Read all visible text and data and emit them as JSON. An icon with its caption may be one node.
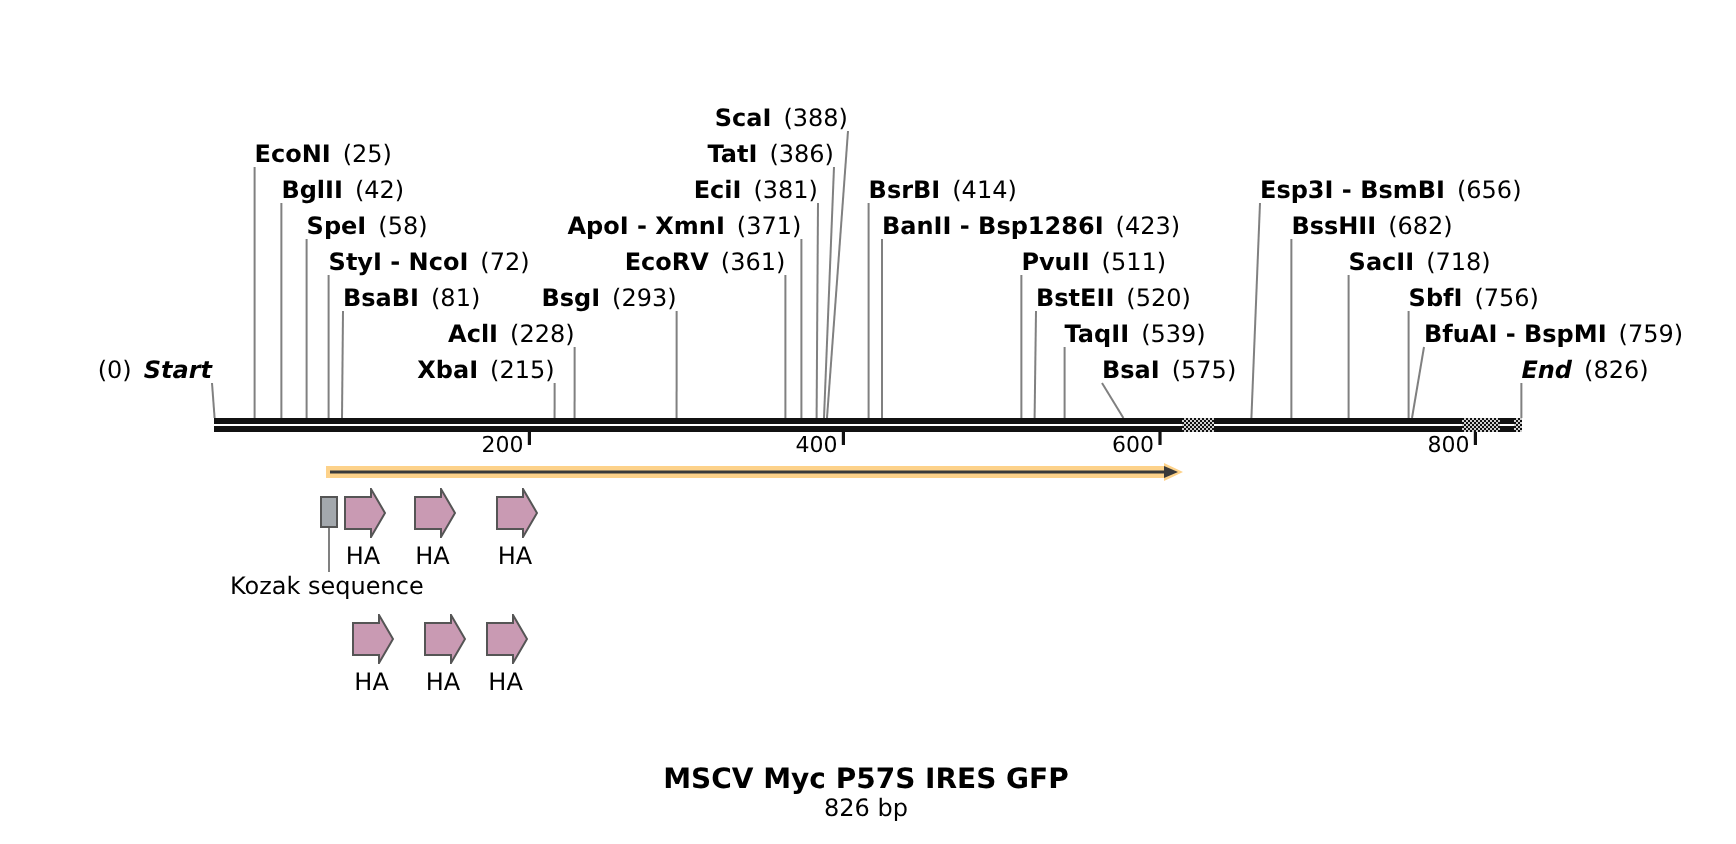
{
  "diagram": {
    "title": "MSCV Myc P57S IRES GFP",
    "caption": "826 bp",
    "nodes": [
      {
        "text": [
          "(0)",
          "Start"
        ]
      },
      {
        "text": [
          "EcoNI",
          "(25)"
        ]
      },
      {
        "text": [
          "BglII",
          "(42)"
        ]
      },
      {
        "text": [
          "SpeI",
          "(58)"
        ]
      },
      {
        "text": [
          "StyI - NcoI",
          "(72)"
        ]
      },
      {
        "text": [
          "BsaBI",
          "(81)"
        ]
      },
      {
        "text": [
          "XbaI",
          "(215)"
        ]
      },
      {
        "text": [
          "AclI",
          "(228)"
        ]
      },
      {
        "text": [
          "BsgI",
          "(293)"
        ]
      },
      {
        "text": [
          "EcoRV",
          "(361)"
        ]
      },
      {
        "text": [
          "ApoI - XmnI",
          "(371)"
        ]
      },
      {
        "text": [
          "EciI",
          "(381)"
        ]
      },
      {
        "text": [
          "TatI",
          "(386)"
        ]
      },
      {
        "text": [
          "ScaI",
          "(388)"
        ]
      },
      {
        "text": [
          "BsrBI",
          "(414)"
        ]
      },
      {
        "text": [
          "BanII - Bsp1286I",
          "(423)"
        ]
      },
      {
        "text": [
          "PvuII",
          "(511)"
        ]
      },
      {
        "text": [
          "BstEII",
          "(520)"
        ]
      },
      {
        "text": [
          "TaqII",
          "(539)"
        ]
      },
      {
        "text": [
          "BsaI",
          "(575)"
        ]
      },
      {
        "text": [
          "Esp3I - BsmBI",
          "(656)"
        ]
      },
      {
        "text": [
          "BssHII",
          "(682)"
        ]
      },
      {
        "text": [
          "SacII",
          "(718)"
        ]
      },
      {
        "text": [
          "SbfI",
          "(756)"
        ]
      },
      {
        "text": [
          "BfuAI - BspMI",
          "(759)"
        ]
      },
      {
        "text": [
          "End",
          "(826)"
        ]
      },
      {
        "text": [],
        "shape": "bar"
      },
      {
        "text": [],
        "shape": "arrow"
      },
      {
        "text": [],
        "shape": "box"
      },
      {
        "text": [
          "Kozak sequence"
        ]
      },
      {
        "text": [
          "HA"
        ]
      },
      {
        "text": [
          "HA"
        ]
      },
      {
        "text": [
          "HA"
        ]
      },
      {
        "text": [
          "HA"
        ]
      },
      {
        "text": [
          "HA"
        ]
      },
      {
        "text": [
          "HA"
        ]
      }
    ],
    "edges": [
      {
        "from": 0,
        "to": 26,
        "arrow": "none"
      },
      {
        "from": 1,
        "to": 26,
        "arrow": "none"
      },
      {
        "from": 2,
        "to": 26,
        "arrow": "none"
      },
      {
        "from": 3,
        "to": 26,
        "arrow": "none"
      },
      {
        "from": 4,
        "to": 26,
        "arrow": "none"
      },
      {
        "from": 5,
        "to": 26,
        "arrow": "none"
      },
      {
        "from": 6,
        "to": 26,
        "arrow": "none"
      },
      {
        "from": 7,
        "to": 26,
        "arrow": "none"
      },
      {
        "from": 8,
        "to": 26,
        "arrow": "none"
      },
      {
        "from": 9,
        "to": 26,
        "arrow": "none"
      },
      {
        "from": 10,
        "to": 26,
        "arrow": "none"
      },
      {
        "from": 11,
        "to": 26,
        "arrow": "none"
      },
      {
        "from": 12,
        "to": 26,
        "arrow": "none"
      },
      {
        "from": 13,
        "to": 26,
        "arrow": "none"
      },
      {
        "from": 14,
        "to": 26,
        "arrow": "none"
      },
      {
        "from": 15,
        "to": 26,
        "arrow": "none"
      },
      {
        "from": 16,
        "to": 26,
        "arrow": "none"
      },
      {
        "from": 17,
        "to": 26,
        "arrow": "none"
      },
      {
        "from": 18,
        "to": 26,
        "arrow": "none"
      },
      {
        "from": 19,
        "to": 26,
        "arrow": "none"
      },
      {
        "from": 20,
        "to": 26,
        "arrow": "none"
      },
      {
        "from": 21,
        "to": 26,
        "arrow": "none"
      },
      {
        "from": 22,
        "to": 26,
        "arrow": "none"
      },
      {
        "from": 23,
        "to": 26,
        "arrow": "none"
      },
      {
        "from": 24,
        "to": 26,
        "arrow": "none"
      },
      {
        "from": 25,
        "to": 26,
        "arrow": "none"
      },
      {
        "from": 29,
        "to": 28,
        "arrow": "none"
      }
    ],
    "labels": [
      "200",
      "400",
      "600",
      "800"
    ]
  }
}
